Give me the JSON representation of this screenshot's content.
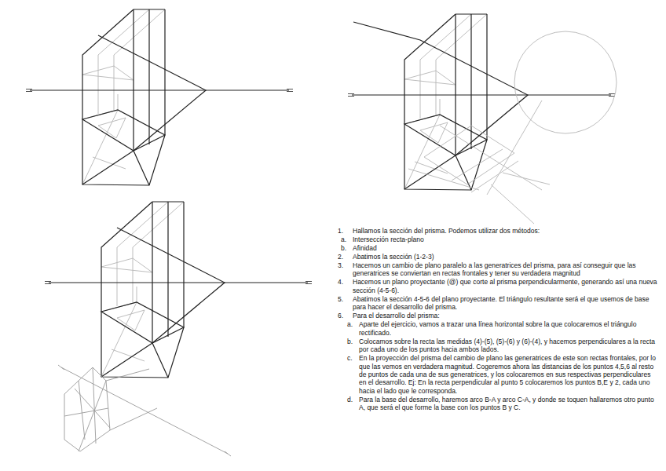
{
  "diagram": {
    "labels": [
      "1.",
      "Hallamos la sección del prisma. Podemos utilizar dos métodos:",
      "a.",
      "Intersección recta-plano",
      "b.",
      "Afinidad",
      "2.",
      "Abatimos la sección (1-2-3)",
      "3.",
      "Hacemos un cambio de plano paralelo a las generatrices del prisma, para así conseguir que las generatrices se conviertan en rectas frontales y tener su verdadera magnitud",
      "4.",
      "Hacemos un plano proyectante (@) que corte al prisma perpendicularmente, generando así una nueva sección (4-5-6).",
      "5.",
      "Abatimos la sección 4-5-6 del plano proyectante. El triángulo resultante será el que usemos de base para hacer el desarrollo del prisma.",
      "6.",
      "Para el desarrollo del prisma:",
      "a.",
      "Aparte del ejercicio, vamos a trazar una línea horizontal sobre la que colocaremos el triángulo rectificado.",
      "b.",
      "Colocamos sobre la recta las medidas (4)-(5), (5)-(6) y (6)-(4), y hacemos perpendiculares a la recta por cada uno de los puntos hacia ambos lados.",
      "c.",
      "En la proyección del prisma del cambio de plano las generatrices de este son rectas frontales, por lo que las vemos en verdadera magnitud. Cogeremos ahora las distancias de los puntos 4,5,6 al resto de puntos de cada una de sus generatrices, y los colocaremos en sus respectivas perpendiculares en el desarrollo. Ej: En la recta perpendicular al punto 5 colocaremos los puntos B,E y 2, cada uno hacia el lado que le corresponda.",
      "d.",
      "Para la base del desarrollo, haremos arco B-A y arco C-A, y donde se toquen hallaremos otro punto A, que será el que forme la base con los puntos B y C."
    ]
  }
}
